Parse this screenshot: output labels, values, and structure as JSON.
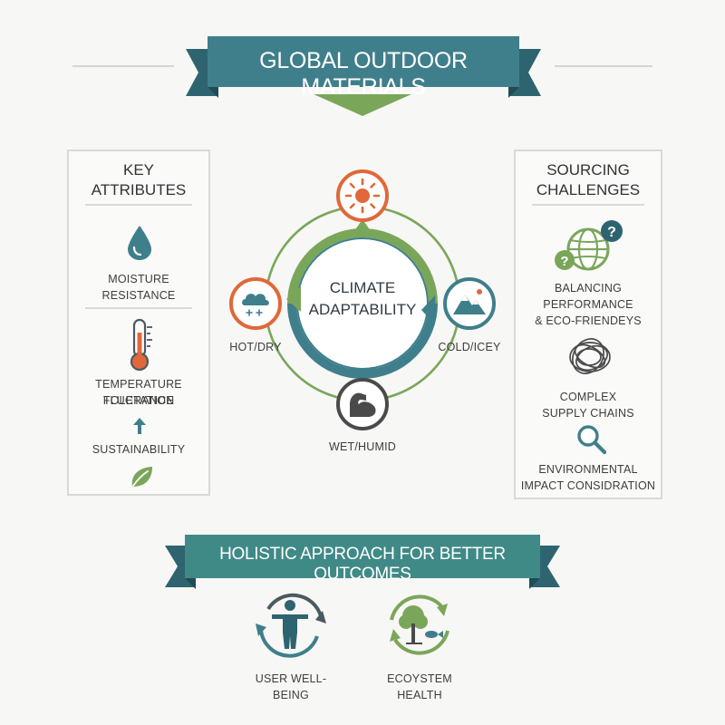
{
  "header": {
    "title": "GLOBAL OUTDOOR MATERIALS"
  },
  "left_panel": {
    "title_line1": "KEY",
    "title_line2": "ATTRIBUTES",
    "items": [
      {
        "line1": "MOISTURE",
        "line2": "RESISTANCE",
        "icon": "water-drop-icon"
      },
      {
        "line1": "TEMPERATURE FLUCTATION",
        "line2": "TOLERANCE",
        "icon": "thermometer-icon"
      },
      {
        "line1": "SUSTAINABILITY",
        "icon": "leaf-icon"
      }
    ]
  },
  "center": {
    "line1": "CLIMATE",
    "line2": "ADAPTABILITY",
    "nodes": [
      {
        "label": "",
        "icon": "sun-icon"
      },
      {
        "label": "HOT/DRY",
        "icon": "snow-cloud-icon"
      },
      {
        "label": "COLD/ICEY",
        "icon": "mountain-icon"
      },
      {
        "label": "WET/HUMID",
        "icon": "flexed-arm-icon"
      }
    ]
  },
  "right_panel": {
    "title_line1": "SOURCING",
    "title_line2": "CHALLENGES",
    "items": [
      {
        "line1": "BALANCING",
        "line2": "PERFORMANCE",
        "line3": "& ECO-FRIENDEYS",
        "icon": "globe-question-icon"
      },
      {
        "line1": "COMPLEX",
        "line2": "SUPPLY CHAINS",
        "icon": "tangled-chain-icon"
      },
      {
        "line1": "ENVIRONMENTAL",
        "line2": "IMPACT CONSIDRATION",
        "icon": "magnifier-icon"
      }
    ]
  },
  "footer": {
    "title": "HOLISTIC APPROACH FOR BETTER OUTCOMES",
    "items": [
      {
        "label": "USER WELL-BEING",
        "icon": "person-cycle-icon"
      },
      {
        "label": "ECOYSTEM HEALTH",
        "icon": "tree-fish-cycle-icon"
      }
    ]
  },
  "colors": {
    "teal": "#3f7f8b",
    "teal_dark": "#2e6470",
    "green": "#7aa65a",
    "orange": "#e0683a",
    "charcoal": "#4a4a4a"
  }
}
